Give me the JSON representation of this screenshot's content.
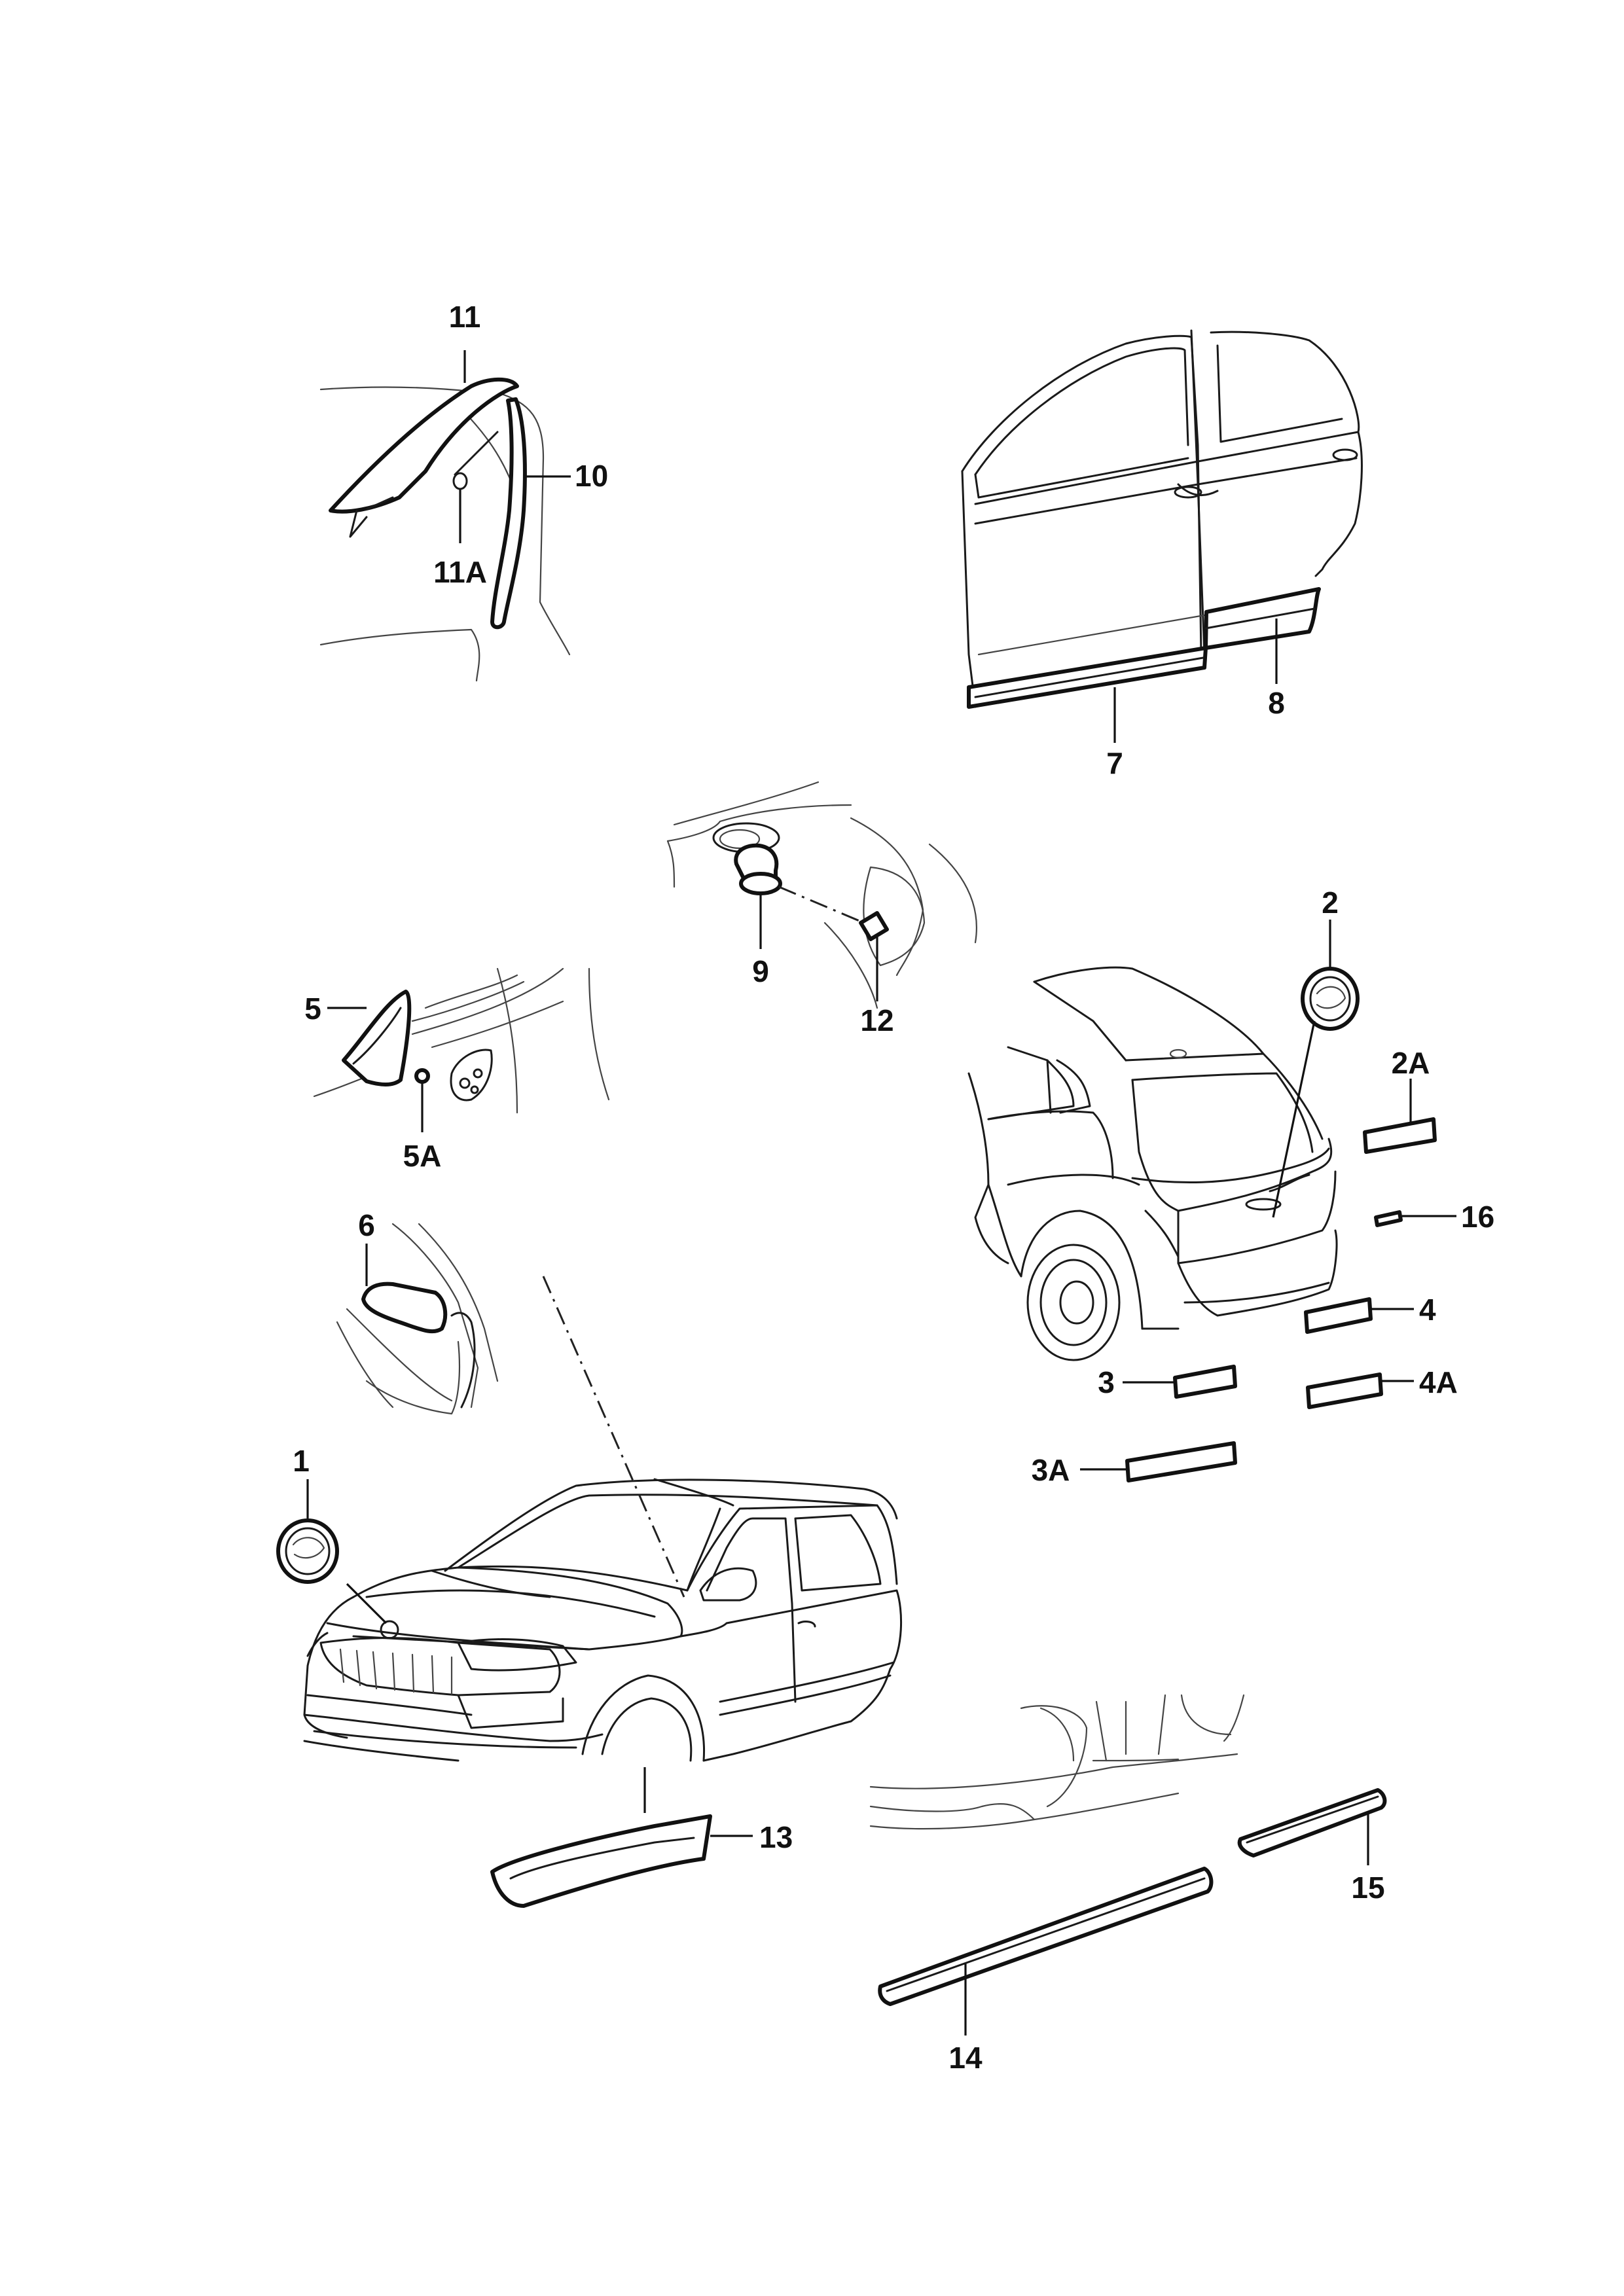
{
  "labels": {
    "p1": "1",
    "p2": "2",
    "p2A": "2A",
    "p3": "3",
    "p3A": "3A",
    "p4": "4",
    "p4A": "4A",
    "p5": "5",
    "p5A": "5A",
    "p6": "6",
    "p7": "7",
    "p8": "8",
    "p9": "9",
    "p10": "10",
    "p11": "11",
    "p11A": "11A",
    "p12": "12",
    "p13": "13",
    "p14": "14",
    "p15": "15",
    "p16": "16"
  }
}
